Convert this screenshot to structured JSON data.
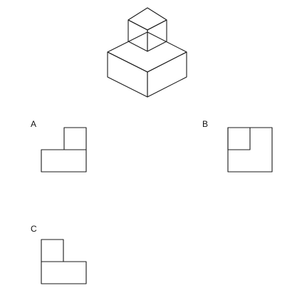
{
  "options": [
    {
      "id": "A",
      "label": "A"
    },
    {
      "id": "B",
      "label": "B"
    },
    {
      "id": "C",
      "label": "C"
    }
  ],
  "colors": {
    "stroke": "#1a1a1a",
    "background": "#ffffff"
  }
}
